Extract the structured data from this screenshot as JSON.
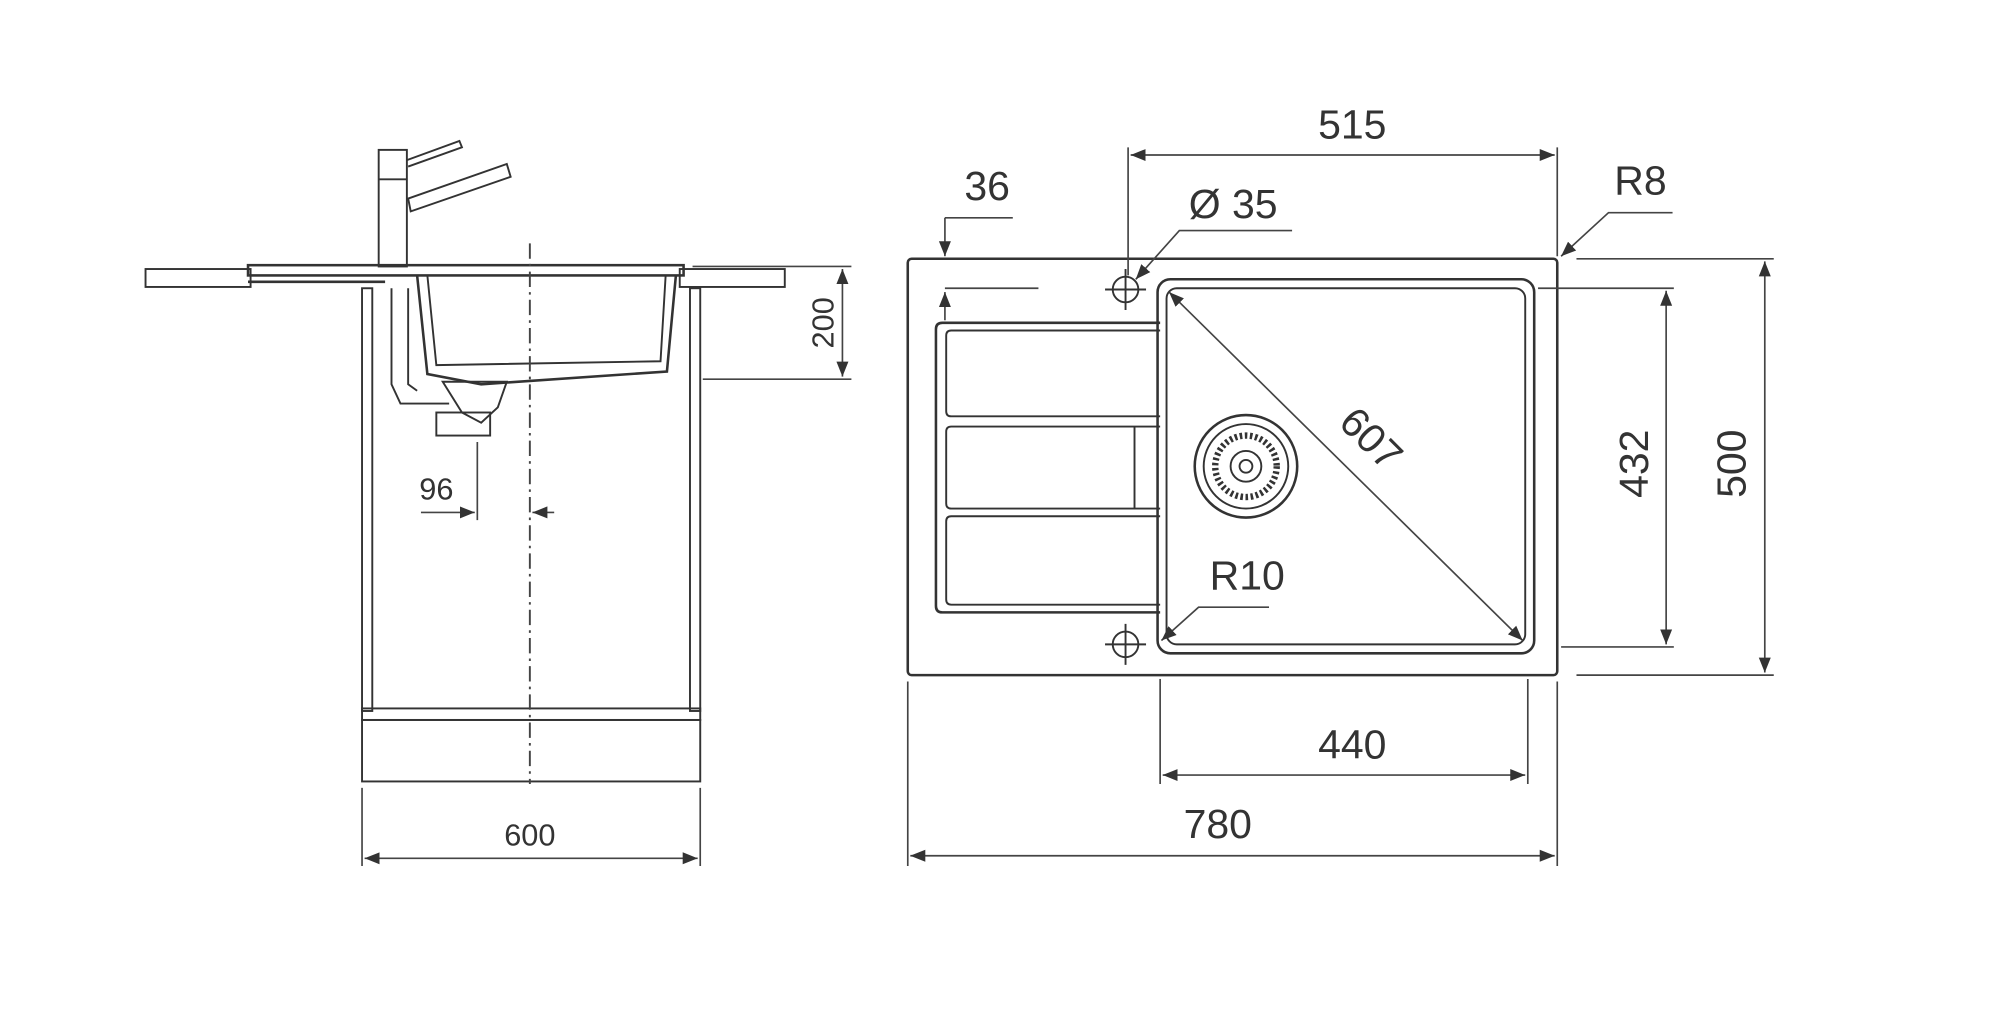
{
  "side_view": {
    "dim_height": "200",
    "dim_offset": "96",
    "dim_cabinet_width": "600"
  },
  "top_view": {
    "dim_bowl_offset": "515",
    "dim_drainer_edge": "36",
    "dim_tap_hole": "Ø 35",
    "dim_corner_radius": "R8",
    "dim_bowl_diagonal": "607",
    "dim_bowl_radius": "R10",
    "dim_bowl_depth": "432",
    "dim_overall_depth": "500",
    "dim_bowl_width": "440",
    "dim_overall_width": "780"
  }
}
